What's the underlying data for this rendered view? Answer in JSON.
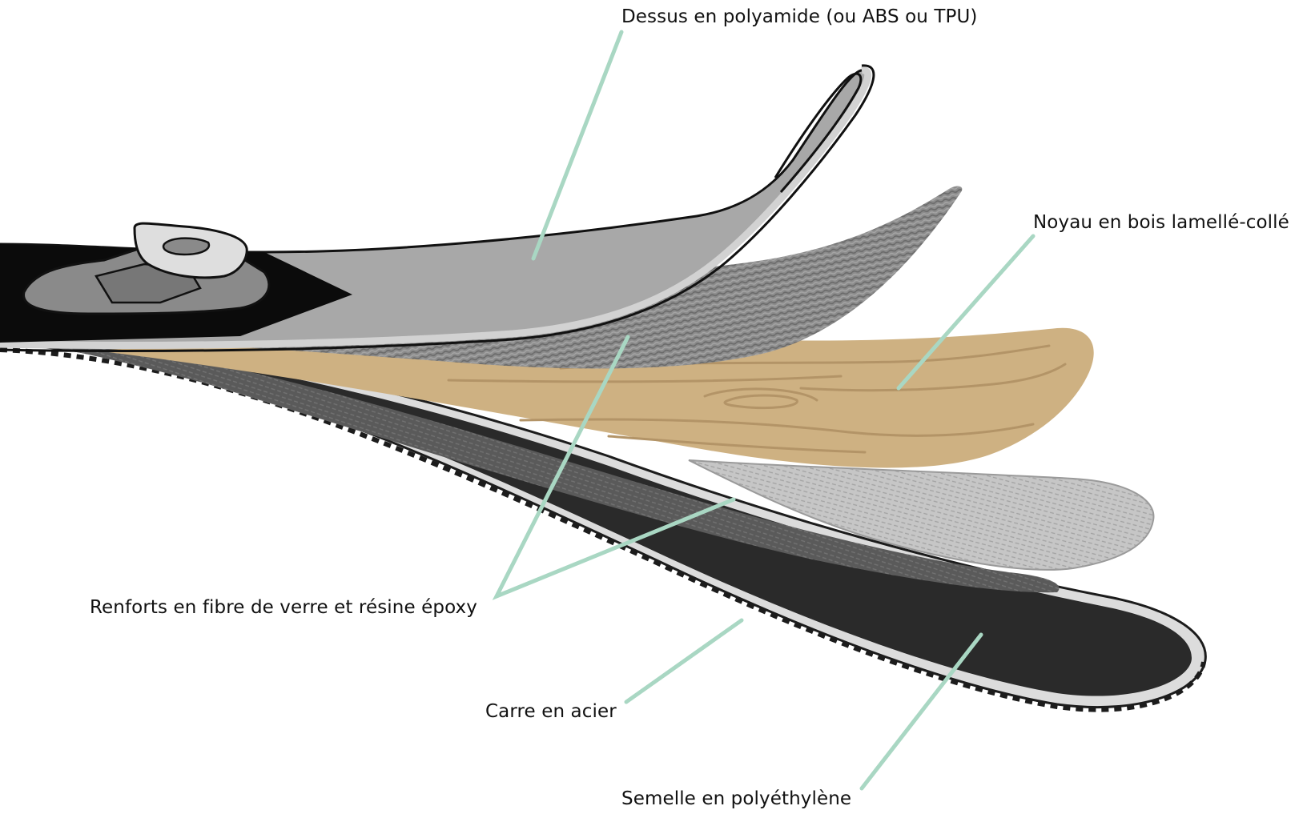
{
  "diagram": {
    "labels": {
      "top_sheet": "Dessus en polyamide (ou ABS ou TPU)",
      "core": "Noyau en bois lamellé-collé",
      "reinforcements": "Renforts en fibre de verre et résine époxy",
      "edge": "Carre en acier",
      "base": "Semelle en polyéthylène"
    },
    "colors": {
      "leader_line": "#a9d7c3",
      "top_sheet": "#a8a8a8",
      "top_sheet_edge": "#d2d2d2",
      "fiber_upper": "#8c8c8c",
      "wood_core": "#ceb182",
      "wood_grain": "#b39467",
      "fiber_lower": "#c6c6c6",
      "fiber_middle": "#5a5a5a",
      "base": "#2a2a2a",
      "steel_edge": "#dcdcdc",
      "binding": "#8a8a8a"
    },
    "icons": {
      "binding": "ski-binding-icon"
    }
  }
}
